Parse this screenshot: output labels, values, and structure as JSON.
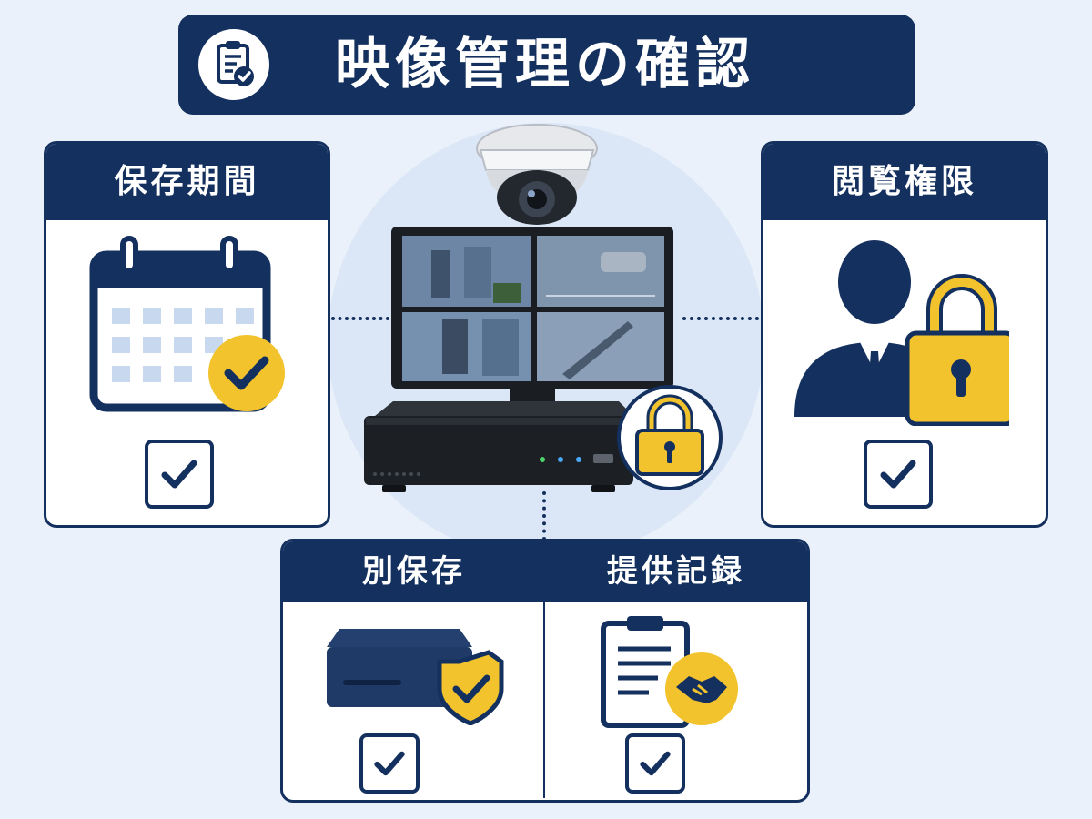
{
  "title": "映像管理の確認",
  "cards": {
    "retention": {
      "label": "保存期間"
    },
    "access": {
      "label": "閲覧権限"
    },
    "backup": {
      "label": "別保存"
    },
    "provision": {
      "label": "提供記録"
    }
  },
  "colors": {
    "navy": "#14305f",
    "accent_yellow": "#f2c32c",
    "background": "#eaf1fa",
    "calendar_cells": "#c8d8ef"
  },
  "icons": {
    "title": "clipboard-check-icon",
    "retention": "calendar-check-icon",
    "access": "person-lock-icon",
    "backup": "storage-shield-icon",
    "provision": "clipboard-handshake-icon",
    "center": "camera-monitor-recorder-icon",
    "checks": "checkbox-checked-icon"
  }
}
